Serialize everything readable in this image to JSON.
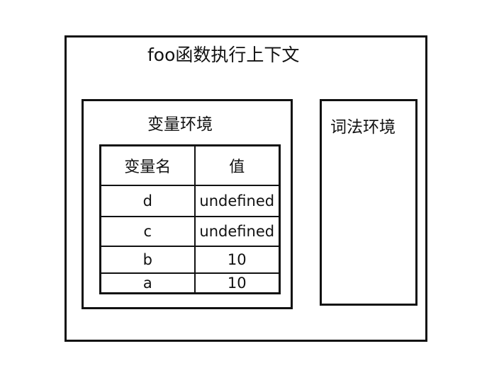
{
  "outer_context": {
    "title": "foo函数执行上下文"
  },
  "variable_environment": {
    "title": "变量环境",
    "table": {
      "headers": [
        "变量名",
        "值"
      ],
      "rows": [
        {
          "name": "d",
          "value": "undefined"
        },
        {
          "name": "c",
          "value": "undefined"
        },
        {
          "name": "b",
          "value": "10"
        },
        {
          "name": "a",
          "value": "10"
        }
      ]
    }
  },
  "lexical_environment": {
    "title": "词法环境"
  }
}
